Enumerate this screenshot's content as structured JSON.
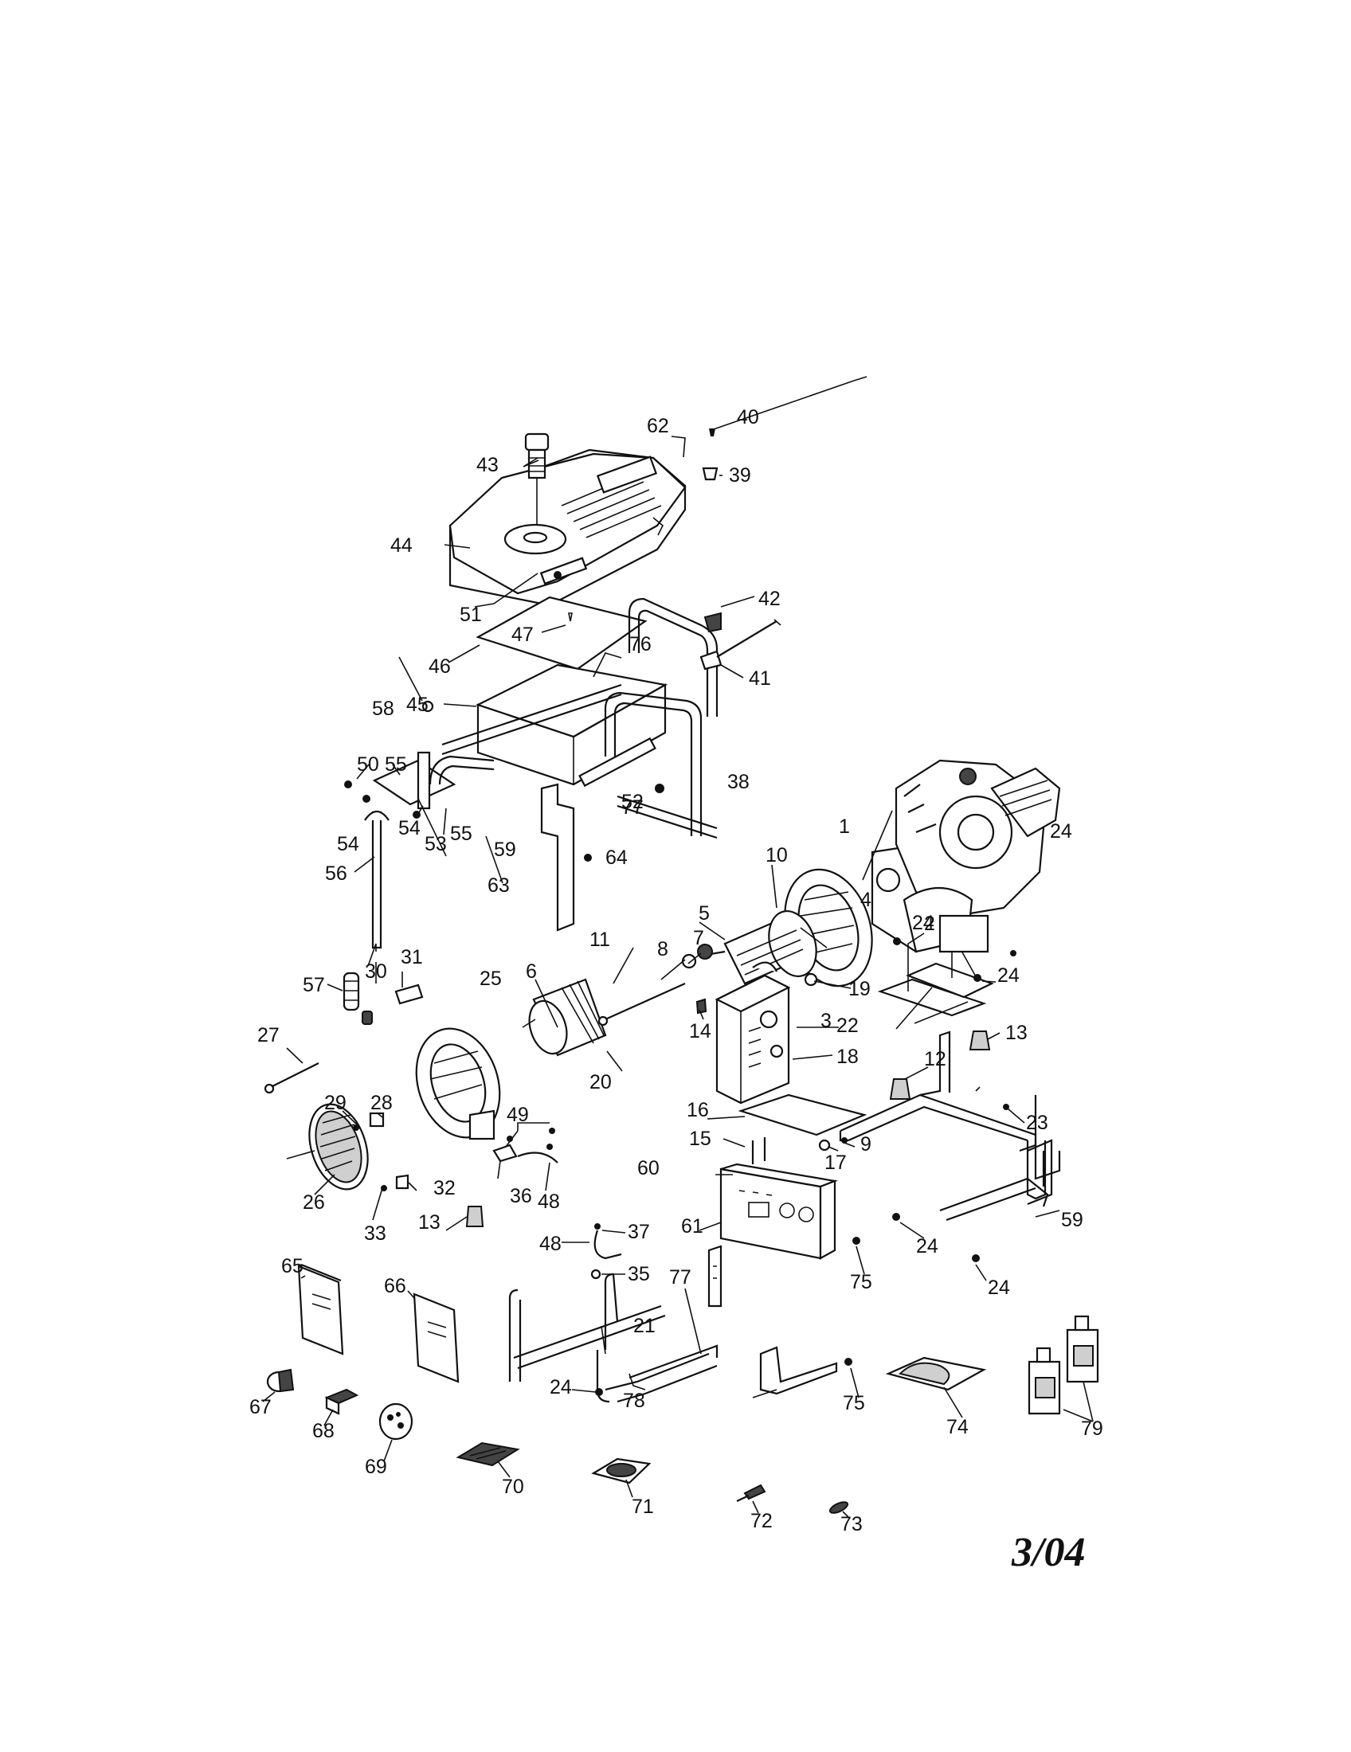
{
  "date_stamp": "3/04",
  "part_numbers": [
    "1",
    "2",
    "3",
    "4",
    "5",
    "6",
    "7",
    "8",
    "9",
    "10",
    "11",
    "12",
    "13",
    "14",
    "15",
    "16",
    "17",
    "18",
    "19",
    "20",
    "21",
    "22",
    "23",
    "24",
    "25",
    "26",
    "27",
    "28",
    "29",
    "30",
    "31",
    "32",
    "33",
    "35",
    "36",
    "37",
    "38",
    "39",
    "40",
    "41",
    "42",
    "43",
    "44",
    "45",
    "46",
    "47",
    "48",
    "49",
    "50",
    "51",
    "52",
    "53",
    "54",
    "55",
    "56",
    "57",
    "58",
    "59",
    "60",
    "61",
    "62",
    "63",
    "64",
    "65",
    "66",
    "67",
    "68",
    "69",
    "70",
    "71",
    "72",
    "73",
    "74",
    "75",
    "76",
    "77",
    "78",
    "79"
  ]
}
